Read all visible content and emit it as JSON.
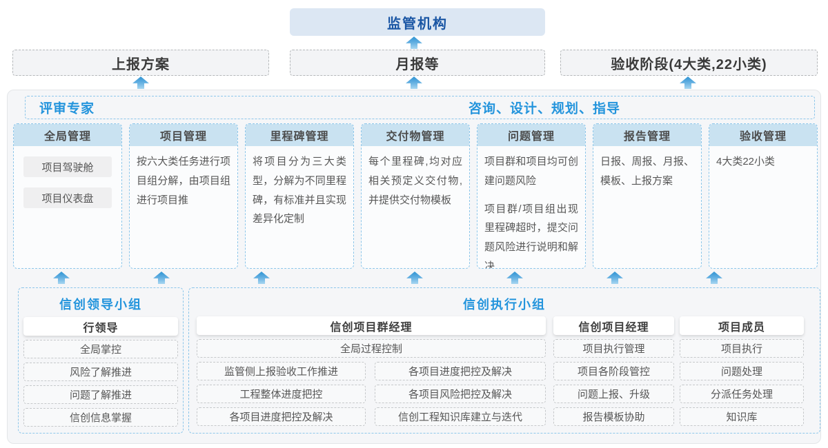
{
  "top": {
    "regulator": "监管机构"
  },
  "row2": {
    "report_plan": "上报方案",
    "monthly_report": "月报等",
    "acceptance_stage": "验收阶段(4大类,22小类)"
  },
  "panel": {
    "experts": "评审专家",
    "consulting": "咨询、设计、规划、指导",
    "columns": [
      {
        "title": "全局管理",
        "pills": [
          "项目驾驶舱",
          "项目仪表盘"
        ]
      },
      {
        "title": "项目管理",
        "text": "按六大类任务进行项目组分解，由项目组进行项目推"
      },
      {
        "title": "里程碑管理",
        "text": "将项目分为三大类型，分解为不同里程碑，有标准并且实现差异化定制"
      },
      {
        "title": "交付物管理",
        "text": "每个里程碑,均对应相关预定义交付物,并提供交付物模板"
      },
      {
        "title": "问题管理",
        "paragraphs": [
          "项目群和项目均可创建问题风险",
          "项目群/项目组出现里程碑超时，提交问题风险进行说明和解决"
        ]
      },
      {
        "title": "报告管理",
        "text": "日报、周报、月报、模板、上报方案"
      },
      {
        "title": "验收管理",
        "text": "4大类22小类"
      }
    ]
  },
  "bottom": {
    "leadership": {
      "title": "信创领导小组",
      "role": "行领导",
      "items": [
        "全局掌控",
        "风险了解推进",
        "问题了解推进",
        "信创信息掌握"
      ]
    },
    "execution": {
      "title": "信创执行小组",
      "program_manager": {
        "role": "信创项目群经理",
        "full_item": "全局过程控制",
        "left_items": [
          "监管侧上报验收工作推进",
          "工程整体进度把控",
          "各项目进度把控及解决"
        ],
        "right_items": [
          "各项目进度把控及解决",
          "各项目风险把控及解决",
          "信创工程知识库建立与迭代"
        ]
      },
      "project_manager": {
        "role": "信创项目经理",
        "items": [
          "项目执行管理",
          "项目各阶段管控",
          "问题上报、升级",
          "报告模板协助"
        ]
      },
      "member": {
        "role": "项目成员",
        "items": [
          "项目执行",
          "问题处理",
          "分派任务处理",
          "知识库"
        ]
      }
    }
  },
  "colors": {
    "accent_blue": "#2394dc",
    "regulator_text": "#1a56a4",
    "regulator_bg": "#dce7f3",
    "column_header_bg": "#c9e2f1",
    "dashed_blue_border": "#8cc6ea",
    "arrow_blue": "#2f94d3",
    "panel_bg": "#f5f6f8"
  }
}
